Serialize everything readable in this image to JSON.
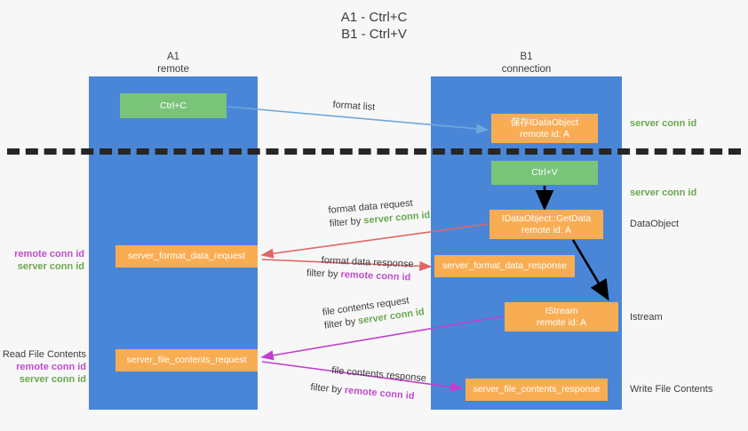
{
  "title": "A1 - Ctrl+C\nB1 - Ctrl+V",
  "columns": {
    "a1": {
      "name": "A1",
      "subtitle": "remote",
      "header": "A1\nremote"
    },
    "b1": {
      "name": "B1",
      "subtitle": "connection",
      "header": "B1\nconnection"
    }
  },
  "boxes": {
    "ctrl_c": {
      "label": "Ctrl+C",
      "color": "#7ac47a"
    },
    "save_idataobject": {
      "label": "保存IDataObject",
      "sub": "remote id: A",
      "color": "#f9ad53"
    },
    "ctrl_v": {
      "label": "Ctrl+V",
      "color": "#7ac47a"
    },
    "getdata": {
      "label": "IDataObject::GetData",
      "sub": "remote id: A",
      "color": "#f9ad53"
    },
    "istream": {
      "label": "IStream",
      "sub": "remote id: A",
      "color": "#f9ad53"
    },
    "server_format_data_request": {
      "label": "server_format_data_request",
      "color": "#f9ad53"
    },
    "server_format_data_response": {
      "label": "server_format_data_response",
      "color": "#f9ad53"
    },
    "server_file_contents_request": {
      "label": "server_file_contents_request",
      "color": "#f9ad53"
    },
    "server_file_contents_response": {
      "label": "server_file_contents_response",
      "color": "#f9ad53"
    }
  },
  "edge_labels": {
    "format_list": "format list",
    "format_data_request": "format data request",
    "format_data_request_filter_prefix": "filter by ",
    "format_data_request_filter_value": "server conn id",
    "format_data_response": "format data response",
    "format_data_response_filter_prefix": "filter by ",
    "format_data_response_filter_value": "remote conn id",
    "file_contents_request": "file contents request",
    "file_contents_request_filter_prefix": "filter by ",
    "file_contents_request_filter_value": "server conn id",
    "file_contents_response": "file contents response",
    "file_contents_response_filter_prefix": "filter by ",
    "file_contents_response_filter_value": "remote conn id"
  },
  "side_notes": {
    "server_conn_id_top": "server conn id",
    "server_conn_id_mid": "server conn id",
    "dataobject": "DataObject",
    "istream": "Istream",
    "write_file_contents": "Write File Contents"
  },
  "left_notes": {
    "read_file_contents": "Read File Contents",
    "remote_conn_id_a": "remote conn id",
    "server_conn_id_a": "server conn id",
    "remote_conn_id_b": "remote conn id",
    "server_conn_id_b": "server conn id"
  },
  "colors": {
    "lane": "#4a86d8",
    "green_box": "#7ac47a",
    "orange_box": "#f9ad53",
    "green_text": "#6aa84f",
    "purple_text": "#bf4ecb",
    "arrow_blue": "#6fa8dc",
    "arrow_red": "#e06666",
    "arrow_magenta": "#c23fce",
    "arrow_black": "#000000",
    "divider": "#262626",
    "background": "#f7f7f7"
  }
}
